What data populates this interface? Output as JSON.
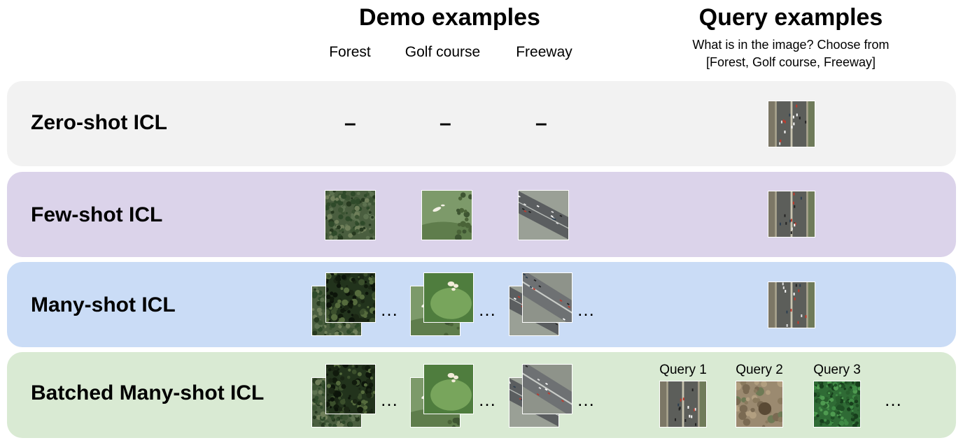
{
  "header": {
    "demo_title": "Demo examples",
    "query_title": "Query examples",
    "demo_labels": [
      "Forest",
      "Golf course",
      "Freeway"
    ],
    "query_prompt_line1": "What is in the image? Choose from",
    "query_prompt_line2": "[Forest, Golf course, Freeway]"
  },
  "rows": [
    {
      "label": "Zero-shot ICL",
      "color": "#f2f2f2"
    },
    {
      "label": "Few-shot ICL",
      "color": "#dbd3ea"
    },
    {
      "label": "Many-shot ICL",
      "color": "#cadcf6"
    },
    {
      "label": "Batched Many-shot ICL",
      "color": "#d9ead3"
    }
  ],
  "zero_shot_placeholder": "–",
  "ellipsis": "…",
  "batched_queries": [
    "Query 1",
    "Query 2",
    "Query 3"
  ],
  "image_types": [
    "forest",
    "golf-course",
    "freeway",
    "dirt-field"
  ]
}
